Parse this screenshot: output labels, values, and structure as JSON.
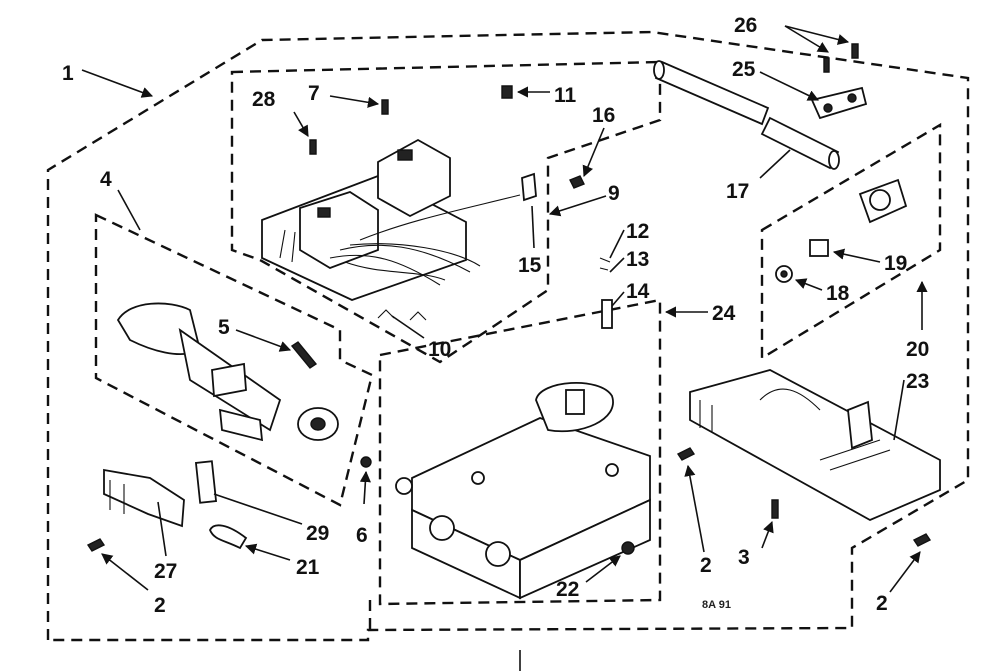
{
  "diagram": {
    "callouts": {
      "p1": "1",
      "p2a": "2",
      "p2b": "2",
      "p2c": "2",
      "p3": "3",
      "p4": "4",
      "p5": "5",
      "p6": "6",
      "p7": "7",
      "p9": "9",
      "p10": "10",
      "p11": "11",
      "p12": "12",
      "p13": "13",
      "p14": "14",
      "p15": "15",
      "p16": "16",
      "p17": "17",
      "p18": "18",
      "p19": "19",
      "p20": "20",
      "p21": "21",
      "p22": "22",
      "p23": "23",
      "p24": "24",
      "p25": "25",
      "p26": "26",
      "p27": "27",
      "p28": "28",
      "p29": "29"
    },
    "stamp": "8A 91"
  }
}
